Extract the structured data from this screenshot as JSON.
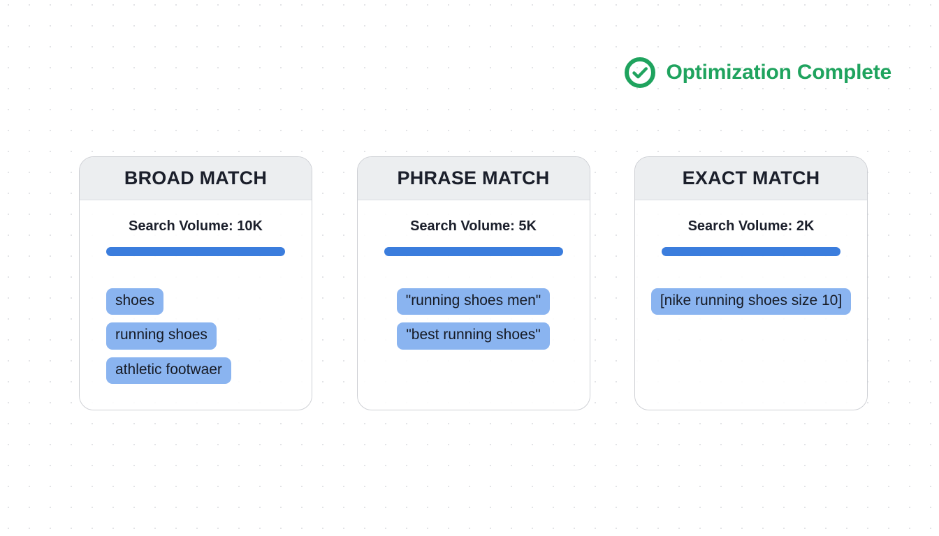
{
  "status": {
    "icon": "check-circle-icon",
    "label": "Optimization Complete",
    "color": "#1fa35e"
  },
  "theme": {
    "bar_color": "#3b7ddd",
    "pill_color": "#8ab4f0",
    "card_header_bg": "#eceef0",
    "card_border": "#cdcfd4",
    "text_color": "#1b1f2b"
  },
  "cards": [
    {
      "title": "BROAD MATCH",
      "volume_label": "Search Volume: 10K",
      "volume_value": "10K",
      "bar_percent": 100,
      "align": "align-start",
      "keywords": [
        "shoes",
        "running shoes",
        "athletic footwaer"
      ]
    },
    {
      "title": "PHRASE MATCH",
      "volume_label": "Search Volume: 5K",
      "volume_value": "5K",
      "bar_percent": 100,
      "align": "align-center",
      "keywords": [
        "\"running shoes men\"",
        "\"best running shoes\""
      ]
    },
    {
      "title": "EXACT MATCH",
      "volume_label": "Search Volume: 2K",
      "volume_value": "2K",
      "bar_percent": 100,
      "align": "align-center",
      "keywords": [
        "[nike running shoes size 10]"
      ]
    }
  ]
}
